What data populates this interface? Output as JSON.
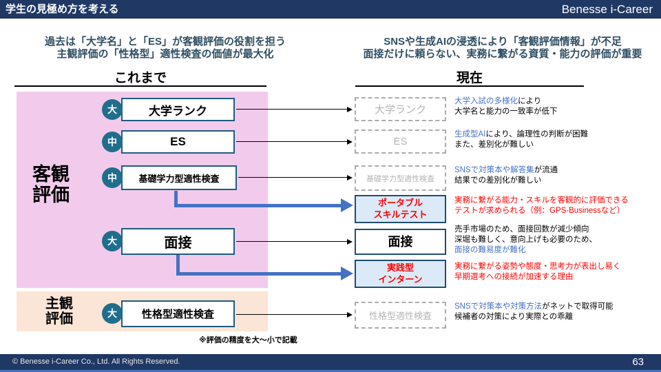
{
  "slide": {
    "title": "学生の見極め方を考える",
    "brand": "Benesse i-Career",
    "page_number": "63",
    "copyright": "© Benesse i-Career Co., Ltd.  All Rights Reserved."
  },
  "headlines": {
    "left": {
      "line1": "過去は「大学名」と「ES」が客観評価の役割を担う",
      "line2": "主観評価の「性格型」適性検査の価値が最大化"
    },
    "right": {
      "line1": "SNSや生成AIの浸透により「客観評価情報」が不足",
      "line2": "面接だけに頼らない、実務に繋がる資質・能力の評価が重要"
    }
  },
  "columns": {
    "past": "これまで",
    "present": "現在"
  },
  "categories": {
    "objective": {
      "line1": "客観",
      "line2": "評価"
    },
    "subjective": {
      "line1": "主観",
      "line2": "評価"
    }
  },
  "past_items": [
    {
      "badge": "大",
      "label": "大学ランク"
    },
    {
      "badge": "中",
      "label": "ES"
    },
    {
      "badge": "中",
      "label": "基礎学力型適性検査"
    },
    {
      "badge": "大",
      "label": "面接"
    },
    {
      "badge": "大",
      "label": "性格型適性検査"
    }
  ],
  "present_items": {
    "univ_rank": "大学ランク",
    "es": "ES",
    "basic_test": "基礎学力型適性検査",
    "portable_line1": "ポータブル",
    "portable_line2": "スキルテスト",
    "interview": "面接",
    "intern_line1": "実践型",
    "intern_line2": "インターン",
    "personality": "性格型適性検査"
  },
  "annotations": {
    "univ_rank": {
      "blue": "大学入試の多様化",
      "rest1": "により",
      "line2": "大学名と能力の一致率が低下"
    },
    "es": {
      "blue": "生成型AI",
      "rest1": "により、論理性の判断が困難",
      "line2": "また、差別化が難しい"
    },
    "basic_test": {
      "blue": "SNSで対策本や解答集",
      "rest1": "が流通",
      "line2": "結果での差別化が難しい"
    },
    "portable": {
      "line1": "実務に繋がる能力・スキルを客観的に評価できる",
      "line2": "テストが求められる（例：GPS-Businessなど）"
    },
    "interview": {
      "line1": "売手市場のため、面接回数が減少傾向",
      "line2": "深堀も難しく、意向上げも必要のため、",
      "line3_blue": "面接の難易度が難化"
    },
    "intern": {
      "line1": "実務に繋がる姿勢や態度・思考力が表出し易く",
      "line2": "早期選考への接続が加速する理由"
    },
    "personality": {
      "blue": "SNSで対策本や対策方法",
      "rest1": "がネットで取得可能",
      "line2": "候補者の対策により実際との乖離"
    }
  },
  "note": "※評価の精度を大～小で記載",
  "colors": {
    "navy_bar": "#1F3864",
    "headline_text": "#2F4E63",
    "badge_teal": "#1F6E8C",
    "past_box_border": "#1D5C7E",
    "present_box_border": "#1F4E6B",
    "pink_band": "#F2CBEC",
    "peach_band": "#FBE5D6",
    "light_blue_fill": "#DCE9F7",
    "arrow_blue": "#4472C4",
    "annotation_blue": "#4472C4",
    "annotation_red": "#FF0000",
    "dashed_gray": "#ABABAB"
  }
}
